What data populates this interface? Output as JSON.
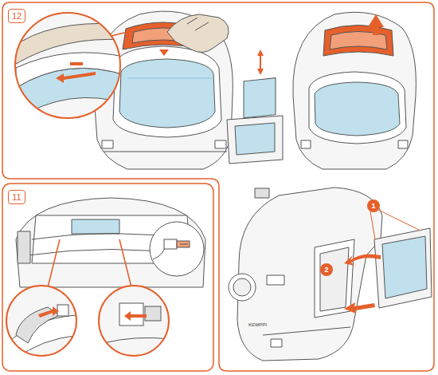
{
  "diagram": {
    "nodes": [
      {
        "text": [
          "12"
        ]
      },
      {
        "text": [
          "11"
        ]
      },
      {
        "text": [
          "1"
        ]
      },
      {
        "text": [
          "2"
        ]
      }
    ],
    "labels": [
      "KEMPPI"
    ]
  }
}
